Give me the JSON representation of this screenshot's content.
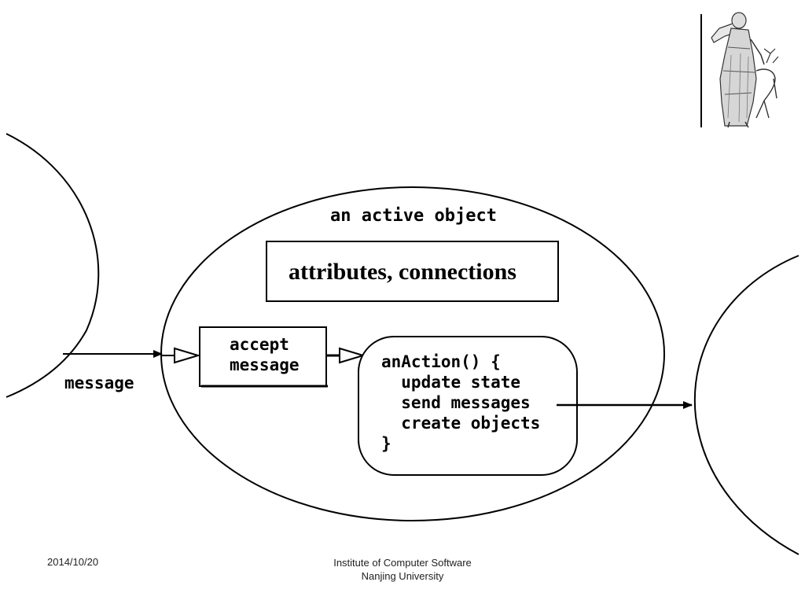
{
  "diagram": {
    "outer_label": "an active object",
    "attributes_box": "attributes, connections",
    "accept_box": [
      "accept",
      "message"
    ],
    "action_box": [
      "anAction() {",
      "  update state",
      "  send messages",
      "  create objects",
      "}"
    ],
    "incoming_label": "message"
  },
  "logo": {
    "description_icon": "artemis-statue-icon"
  },
  "footer": {
    "date": "2014/10/20",
    "institute_line1": "Institute of Computer Software",
    "institute_line2": "Nanjing University"
  }
}
